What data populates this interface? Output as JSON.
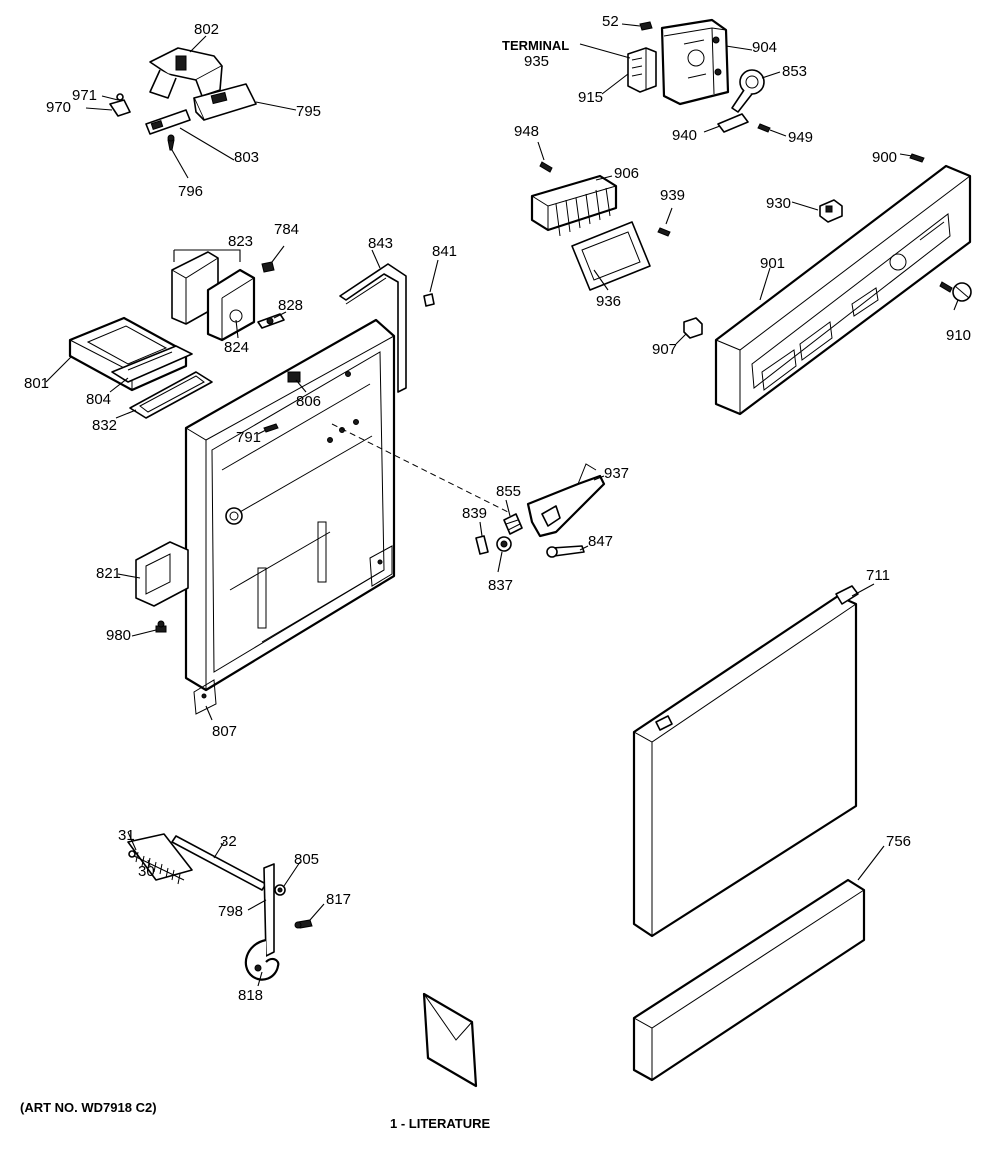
{
  "callouts": {
    "c802": "802",
    "c971": "971",
    "c970": "970",
    "c795": "795",
    "c803": "803",
    "c796": "796",
    "c52": "52",
    "c_terminal": "TERMINAL",
    "c935": "935",
    "c904": "904",
    "c853": "853",
    "c915": "915",
    "c940": "940",
    "c949": "949",
    "c948": "948",
    "c906": "906",
    "c939": "939",
    "c936": "936",
    "c900": "900",
    "c930": "930",
    "c901": "901",
    "c910": "910",
    "c907": "907",
    "c823": "823",
    "c784": "784",
    "c843": "843",
    "c841": "841",
    "c828": "828",
    "c824": "824",
    "c801": "801",
    "c804": "804",
    "c832": "832",
    "c806": "806",
    "c791": "791",
    "c855": "855",
    "c937": "937",
    "c839": "839",
    "c847": "847",
    "c837": "837",
    "c821": "821",
    "c980": "980",
    "c807": "807",
    "c711": "711",
    "c31": "31",
    "c32": "32",
    "c30": "30",
    "c805": "805",
    "c798": "798",
    "c817": "817",
    "c818": "818",
    "c756": "756"
  },
  "footer": {
    "art_number": "(ART NO. WD7918 C2)",
    "literature": "1 - LITERATURE"
  }
}
